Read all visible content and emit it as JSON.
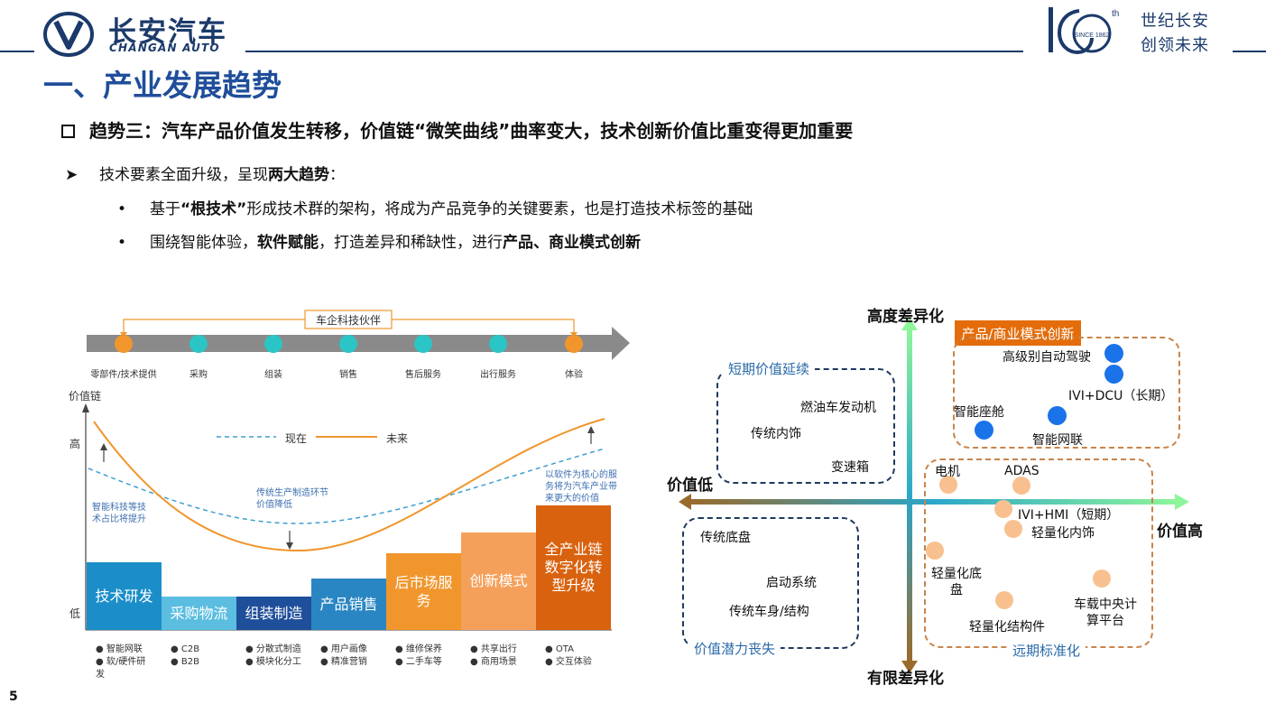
{
  "header": {
    "brand_cn": "长安汽车",
    "brand_en": "CHANGAN AUTO",
    "cent_sup": "th",
    "cent_since": "SINCE 1862",
    "slogan_line1": "世纪长安",
    "slogan_line2": "创领未来",
    "brand_color": "#1b3a6b"
  },
  "title": "一、产业发展趋势",
  "trend_heading": "趋势三：汽车产品价值发生转移，价值链“微笑曲线”曲率变大，技术创新价值比重变得更加重要",
  "point": {
    "prefix": "技术要素全面升级，呈现",
    "bold": "两大趋势",
    "suffix": "："
  },
  "bullets": [
    {
      "a": "基于",
      "b": "“根技术”",
      "c": "形成技术群的架构，将成为产品竞争的关键要素，也是打造技术标签的基础",
      "d": "",
      "e": ""
    },
    {
      "a": "围绕智能体验，",
      "b": "软件赋能",
      "c": "，打造差异和稀缺性，进行",
      "d": "产品、商业模式创新",
      "e": ""
    }
  ],
  "left_figure": {
    "partner_label": "车企科技伙伴",
    "stages": [
      "零部件/技术提供",
      "采购",
      "组装",
      "销售",
      "售后服务",
      "出行服务",
      "体验"
    ],
    "y_axis_title": "价值链",
    "y_high": "高",
    "y_low": "低",
    "legend_now": "现在",
    "legend_future": "未来",
    "note_left": "智能科技等技术占比将提升",
    "note_mid": "传统生产制造环节价值降低",
    "note_right": "以软件为核心的服务将为汽车产业带来更大的价值",
    "blocks": [
      {
        "label": "技术研发",
        "color": "#1b8ec9"
      },
      {
        "label": "采购物流",
        "color": "#5bbde0"
      },
      {
        "label": "组装制造",
        "color": "#1f4e9a"
      },
      {
        "label": "产品销售",
        "color": "#2a86c3"
      },
      {
        "label": "后市场服务",
        "color": "#f0962d"
      },
      {
        "label": "创新模式",
        "color": "#f5a05a"
      },
      {
        "label": "全产业链数字化转型升级",
        "color": "#d9620f"
      }
    ],
    "block_values": [
      0.38,
      0.19,
      0.19,
      0.29,
      0.43,
      0.55,
      0.7
    ],
    "bottom_bullets": [
      [
        "智能网联",
        "软/硬件研发"
      ],
      [
        "C2B",
        "B2B"
      ],
      [
        "分散式制造",
        "模块化分工"
      ],
      [
        "用户画像",
        "精准营销"
      ],
      [
        "维修保养",
        "二手车等"
      ],
      [
        "共享出行",
        "商用场景"
      ],
      [
        "OTA",
        "交互体验"
      ]
    ]
  },
  "right_figure": {
    "axis_top": "高度差异化",
    "axis_bottom": "有限差异化",
    "axis_left": "价值低",
    "axis_right": "价值高",
    "q_top_left_title": "短期价值延续",
    "q_top_left_items": [
      "燃油车发动机",
      "传统内饰",
      "变速箱"
    ],
    "q_bottom_left_title": "价值潜力丧失",
    "q_bottom_left_items": [
      "传统底盘",
      "启动系统",
      "传统车身/结构"
    ],
    "q_top_right_title": "产品/商业模式创新",
    "q_top_right_items": [
      "高级别自动驾驶",
      "IVI+DCU（长期）",
      "智能座舱",
      "智能网联"
    ],
    "q_bottom_right_title": "远期标准化",
    "q_bottom_right_items": [
      "电机",
      "ADAS",
      "IVI+HMI（短期）",
      "轻量化内饰",
      "轻量化底盘",
      "车载中央计算平台",
      "轻量化结构件"
    ],
    "blue_dot": "#1a73e8",
    "orange_dot": "#f9c08f",
    "orange_title_bg": "#e46c0a"
  },
  "page_number": "5"
}
